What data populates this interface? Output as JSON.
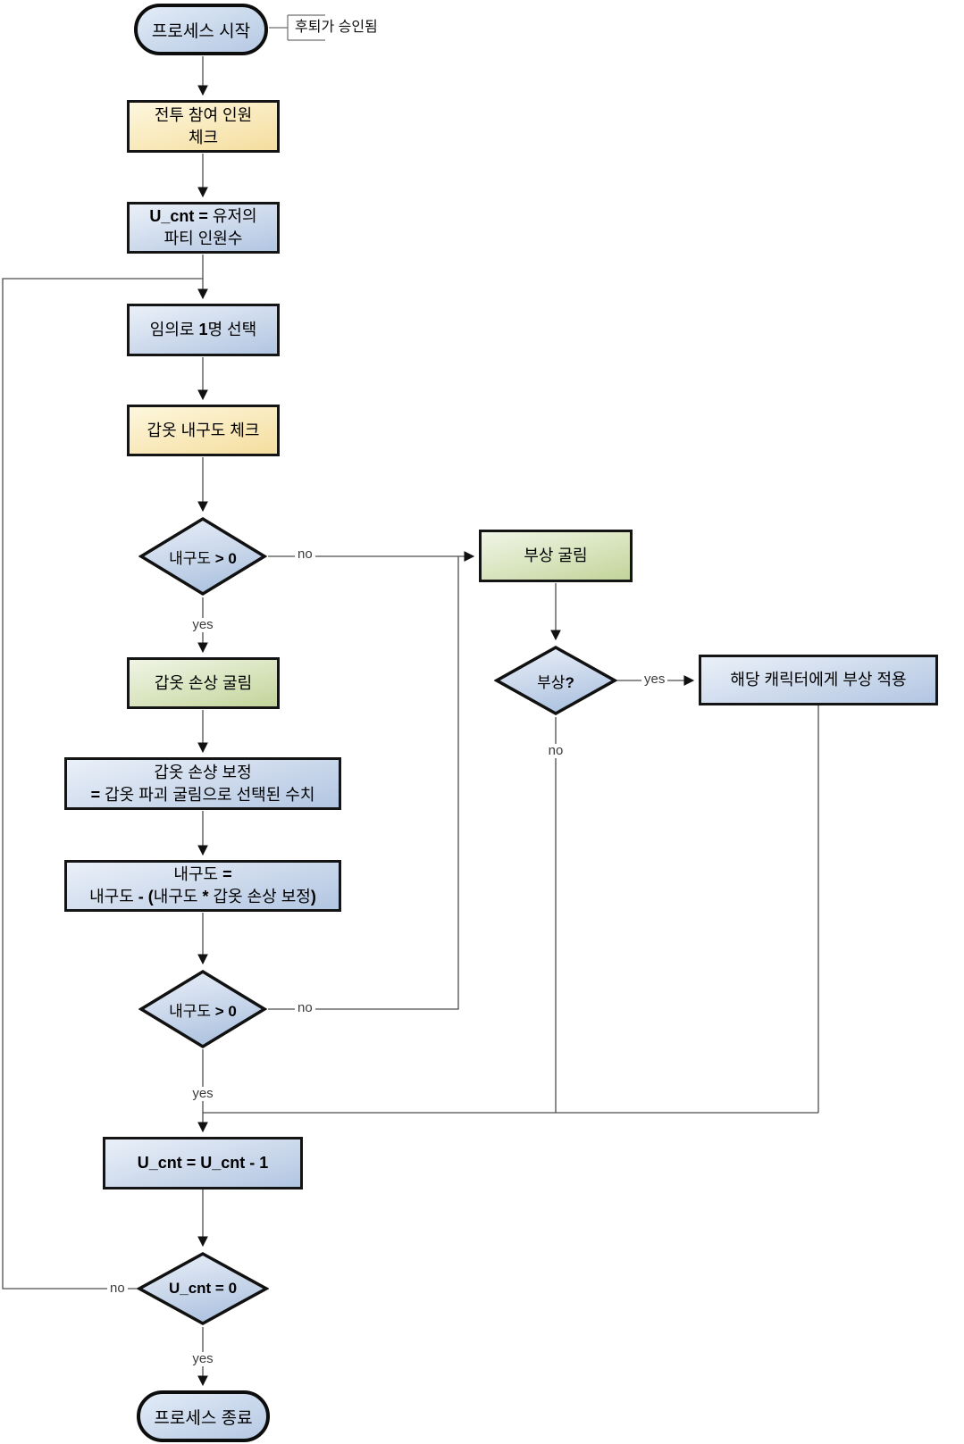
{
  "title": "process-flowchart",
  "nodes": {
    "start": {
      "text": "프로세스 시작"
    },
    "comment": {
      "text": "후퇴가 승인됨"
    },
    "check_participants": {
      "lines": [
        [
          {
            "t": "전투 참여 인원"
          }
        ],
        [
          {
            "t": "체크"
          }
        ]
      ]
    },
    "set_ucnt": {
      "lines": [
        [
          {
            "t": "U_cnt = ",
            "b": true
          },
          {
            "t": "유저의"
          }
        ],
        [
          {
            "t": "파티 인원수"
          }
        ]
      ]
    },
    "pick_one": {
      "lines": [
        [
          {
            "t": "임의로 "
          },
          {
            "t": "1",
            "b": true
          },
          {
            "t": "명 선택"
          }
        ]
      ]
    },
    "check_armor": {
      "lines": [
        [
          {
            "t": "갑옷 내구도 체크"
          }
        ]
      ]
    },
    "durability_check_1": {
      "lines": [
        [
          {
            "t": "내구도 "
          },
          {
            "t": "> 0",
            "b": true
          }
        ]
      ]
    },
    "injury_roll": {
      "lines": [
        [
          {
            "t": "부상 굴림"
          }
        ]
      ]
    },
    "armor_damage_roll": {
      "lines": [
        [
          {
            "t": "갑옷 손상 굴림"
          }
        ]
      ]
    },
    "armor_damage_mod": {
      "lines": [
        [
          {
            "t": "갑옷 손샹 보정"
          }
        ],
        [
          {
            "t": "= ",
            "b": true
          },
          {
            "t": "갑옷 파괴 굴림으로 선택된 수치"
          }
        ]
      ]
    },
    "durability_calc": {
      "lines": [
        [
          {
            "t": "내구도 "
          },
          {
            "t": "=",
            "b": true
          }
        ],
        [
          {
            "t": "내구도 "
          },
          {
            "t": "- (",
            "b": true
          },
          {
            "t": "내구도 "
          },
          {
            "t": "* ",
            "b": true
          },
          {
            "t": "갑옷 손상 보정"
          },
          {
            "t": ")",
            "b": true
          }
        ]
      ]
    },
    "durability_check_2": {
      "lines": [
        [
          {
            "t": "내구도 "
          },
          {
            "t": "> 0",
            "b": true
          }
        ]
      ]
    },
    "injury_question": {
      "lines": [
        [
          {
            "t": "부상"
          },
          {
            "t": "?",
            "b": true
          }
        ]
      ]
    },
    "apply_injury": {
      "lines": [
        [
          {
            "t": "해당 캐릭터에게 부상 적용"
          }
        ]
      ]
    },
    "decrement": {
      "lines": [
        [
          {
            "t": "U_cnt = U_cnt - 1",
            "b": true
          }
        ]
      ]
    },
    "ucnt_zero": {
      "lines": [
        [
          {
            "t": "U_cnt = 0",
            "b": true
          }
        ]
      ]
    },
    "end": {
      "text": "프로세스 종료"
    }
  },
  "edge_labels": {
    "d1_no": "no",
    "d1_yes": "yes",
    "injq_yes": "yes",
    "injq_no": "no",
    "d2_no": "no",
    "d2_yes": "yes",
    "d3_no": "no",
    "d3_yes": "yes"
  },
  "colors": {
    "node_border": "#141414",
    "blue_fill_top": "#eaf0f8",
    "blue_fill_bottom": "#b2c6e2",
    "yellow_fill_top": "#fdf7dd",
    "yellow_fill_bottom": "#f4dd9e",
    "green_fill_top": "#f0f4e6",
    "green_fill_bottom": "#c2d49a",
    "connector": "#4d4d4d"
  }
}
